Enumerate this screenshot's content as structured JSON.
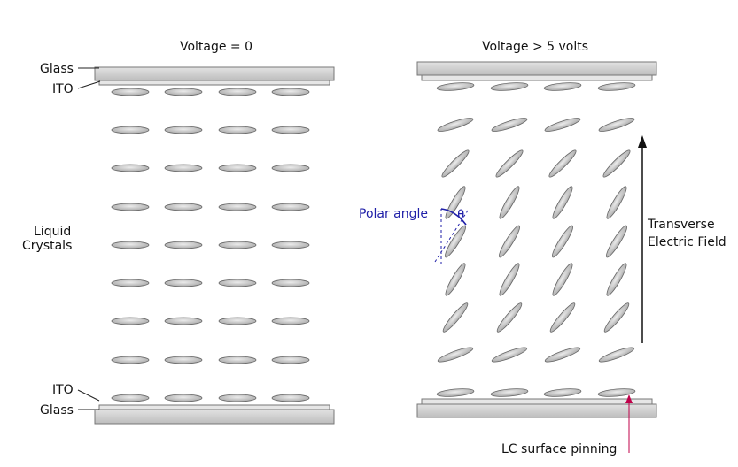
{
  "left_panel": {
    "title": "Voltage = 0",
    "glass_top": "Glass",
    "ito_top": "ITO",
    "liquid_crystals": [
      "Liquid",
      "Crystals"
    ],
    "ito_bottom": "ITO",
    "glass_bottom": "Glass"
  },
  "right_panel": {
    "title": "Voltage > 5 volts",
    "polar_angle": "Polar angle",
    "theta_symbol": "θ",
    "field_label": [
      "Transverse",
      "Electric Field"
    ],
    "pinning_label": "LC surface pinning"
  },
  "colors": {
    "glass_fill": "#cfcfcf",
    "glass_stroke": "#777777",
    "crystal_fill": "#c4c4c4",
    "crystal_stroke": "#666666",
    "polar_accent": "#1f1fa8",
    "pinning_pointer": "#c0004a"
  },
  "orientation": {
    "left_row_tilts_deg": [
      0,
      0,
      0,
      0,
      0,
      0,
      0,
      0,
      0
    ],
    "right_row_tilts_deg": [
      -5,
      -18,
      -45,
      -60,
      -58,
      -60,
      -50,
      -20,
      -5
    ]
  }
}
